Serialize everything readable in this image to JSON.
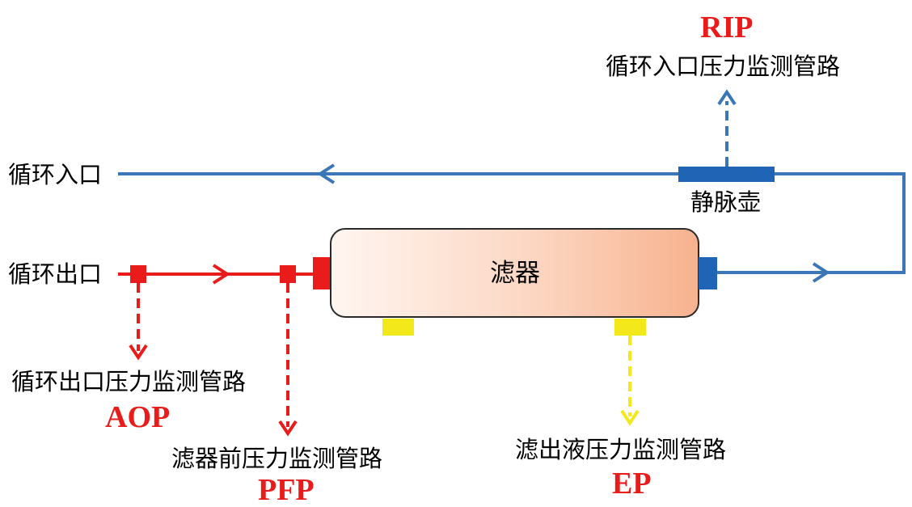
{
  "colors": {
    "blood_in": "#3a76b8",
    "blood_out": "#ea1b1b",
    "effluent": "#f3e81a",
    "port_blue": "#1f64b5",
    "code_text": "#ea1b1b"
  },
  "labels": {
    "circuit_inlet": "循环入口",
    "circuit_outlet": "循环出口",
    "venous_chamber": "静脉壶",
    "filter": "滤器"
  },
  "lines": {
    "rip": {
      "code": "RIP",
      "desc": "循环入口压力监测管路"
    },
    "aop": {
      "code": "AOP",
      "desc": "循环出口压力监测管路"
    },
    "pfp": {
      "code": "PFP",
      "desc": "滤器前压力监测管路"
    },
    "ep": {
      "code": "EP",
      "desc": "滤出液压力监测管路"
    }
  }
}
